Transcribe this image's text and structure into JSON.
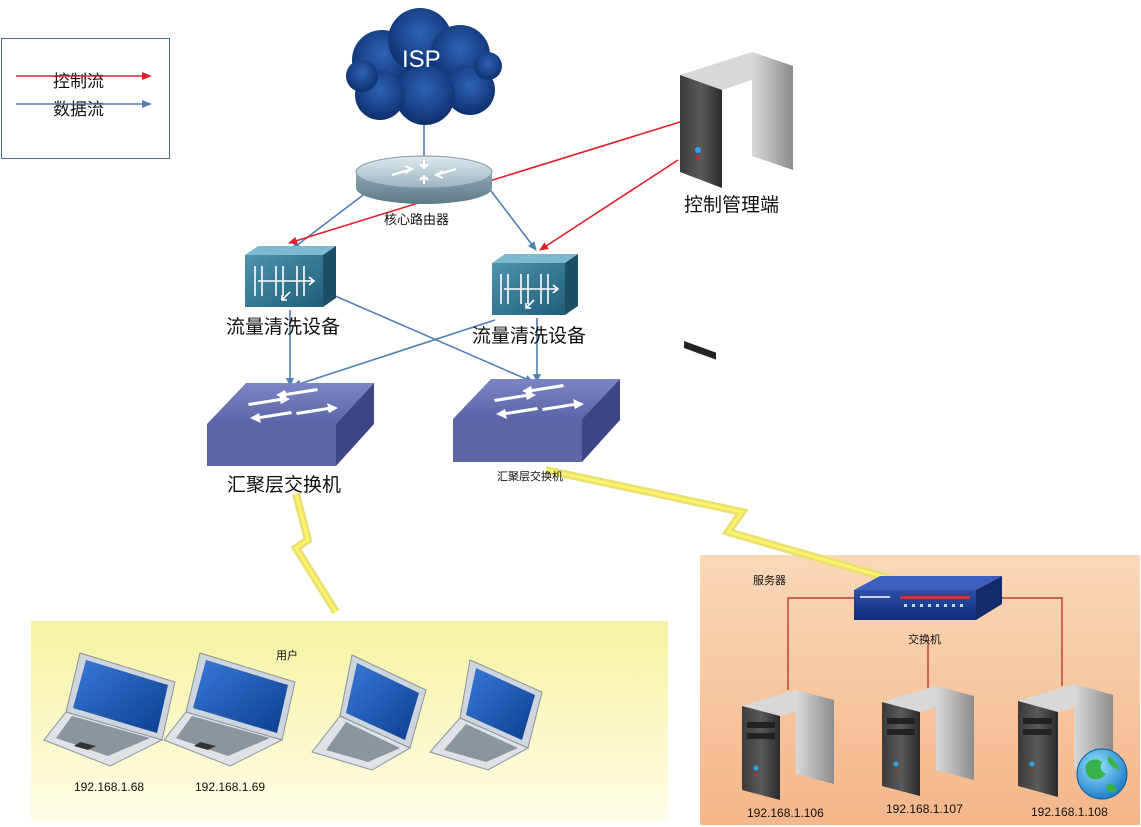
{
  "legend": {
    "control_flow": "控制流",
    "data_flow": "数据流",
    "control_color": "#e0202a",
    "data_color": "#4f7fb3"
  },
  "isp": {
    "label": "ISP"
  },
  "core_router": {
    "label": "核心路由器"
  },
  "control_mgmt": {
    "label": "控制管理端"
  },
  "scrubbers": [
    {
      "label": "流量清洗设备"
    },
    {
      "label": "流量清洗设备"
    }
  ],
  "aggregation_switches": [
    {
      "label": "汇聚层交换机"
    },
    {
      "label": "汇聚层交换机"
    }
  ],
  "users_zone": {
    "title": "用户",
    "laptops": [
      {
        "ip": "192.168.1.68"
      },
      {
        "ip": "192.168.1.69"
      },
      {
        "ip": ""
      },
      {
        "ip": ""
      }
    ]
  },
  "server_zone": {
    "title": "服务器",
    "switch_label": "交换机",
    "servers": [
      {
        "ip": "192.168.1.106"
      },
      {
        "ip": "192.168.1.107"
      },
      {
        "ip": "192.168.1.108"
      }
    ]
  }
}
